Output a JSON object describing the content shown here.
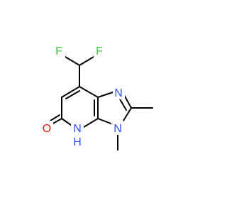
{
  "molecule": {
    "colors": {
      "bond": "#000000",
      "carbon": "#000000",
      "fluorine": "#33cc33",
      "nitrogen": "#3050f8",
      "oxygen": "#ff0d0d"
    },
    "atoms": {
      "F1": {
        "label": "F",
        "element": "fluorine"
      },
      "F2": {
        "label": "F",
        "element": "fluorine"
      },
      "N_imine": {
        "label": "N",
        "element": "nitrogen"
      },
      "N_methyl": {
        "label": "N",
        "element": "nitrogen"
      },
      "methyl_N": {
        "label": "",
        "element": "carbon"
      },
      "NH_N": {
        "label": "N",
        "element": "nitrogen"
      },
      "NH_H": {
        "label": "H",
        "element": "nitrogen"
      },
      "O": {
        "label": "O",
        "element": "oxygen"
      }
    }
  }
}
